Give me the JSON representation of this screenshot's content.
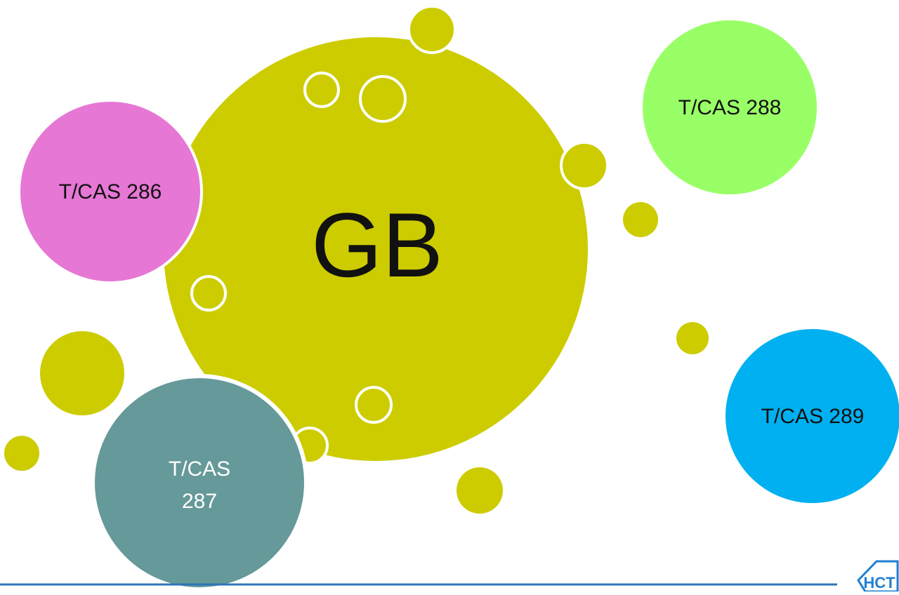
{
  "colors": {
    "main": "#cccc00",
    "pink": "#e677d4",
    "green": "#99ff66",
    "blue": "#00b0f0",
    "teal": "#669999",
    "footer_line": "#2e75b6",
    "logo": "#1f7fd1"
  },
  "labels": {
    "main": "GB",
    "pink": "T/CAS 286",
    "green": "T/CAS 288",
    "blue": "T/CAS 289",
    "teal_line1": "T/CAS",
    "teal_line2": "287"
  },
  "logo": {
    "text": "HCT",
    "icon": "house-logo-icon"
  }
}
